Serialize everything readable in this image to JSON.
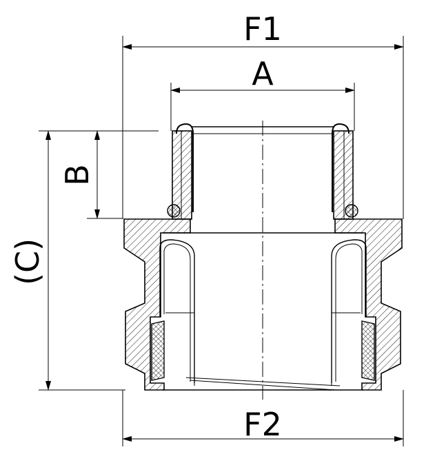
{
  "labels": {
    "f1": "F1",
    "a": "A",
    "b": "B",
    "c": "(C)",
    "f2": "F2"
  },
  "colors": {
    "line": "#000000",
    "background": "#ffffff"
  }
}
